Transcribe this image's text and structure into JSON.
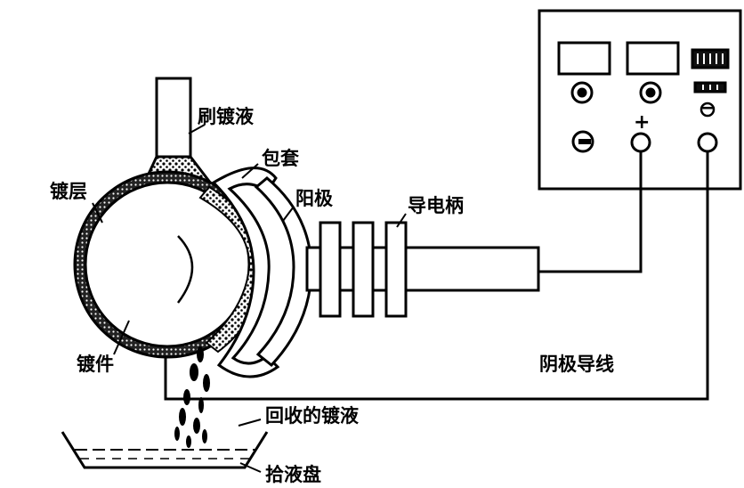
{
  "labels": {
    "brush_solution": "刷镀液",
    "sheath": "包套",
    "plating_layer": "镀层",
    "anode": "阳极",
    "conductive_handle": "导电柄",
    "workpiece": "镀件",
    "cathode_wire": "阴极导线",
    "recovered_solution": "回收的镀液",
    "collecting_tray": "拾液盘"
  },
  "power_supply": {
    "positive_symbol": "+",
    "negative_symbol": "−"
  }
}
